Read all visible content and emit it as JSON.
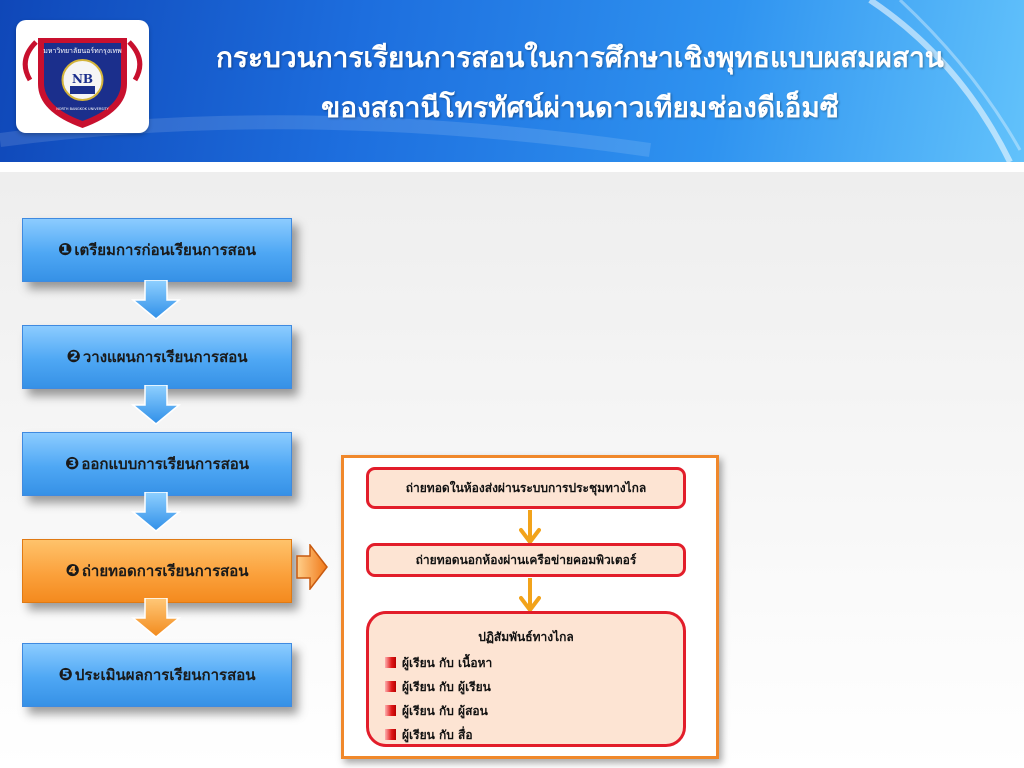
{
  "header": {
    "title_line1": "กระบวนการเรียนการสอนในการศึกษาเชิงพุทธแบบผสมผสาน",
    "title_line2": "ของสถานีโทรทัศน์ผ่านดาวเทียมช่องดีเอ็มซี",
    "logo": {
      "icon": "university-shield-logo",
      "top_text": "มหาวิทยาลัยนอร์ทกรุงเทพ",
      "bottom_text": "NORTH BANGKOK UNIVERSITY",
      "emblem_text": "NB"
    }
  },
  "steps": [
    {
      "num": "❶",
      "label": "เตรียมการก่อนเรียนการสอน"
    },
    {
      "num": "❷",
      "label": "วางแผนการเรียนการสอน"
    },
    {
      "num": "❸",
      "label": "ออกแบบการเรียนการสอน"
    },
    {
      "num": "❹",
      "label": "ถ่ายทอดการเรียนการสอน"
    },
    {
      "num": "❺",
      "label": "ประเมินผลการเรียนการสอน"
    }
  ],
  "detail": {
    "box1": "ถ่ายทอดในห้องส่งผ่านระบบการประชุมทางไกล",
    "box2": "ถ่ายทอดนอกห้องผ่านเครือข่ายคอมพิวเตอร์",
    "box3_title": "ปฏิสัมพันธ์ทางไกล",
    "box3_items": [
      "ผู้เรียน กับ เนื้อหา",
      "ผู้เรียน กับ ผู้เรียน",
      "ผู้เรียน กับ ผู้สอน",
      "ผู้เรียน กับ สื่อ"
    ]
  },
  "colors": {
    "step_blue": "#4ea7f4",
    "step_active_orange": "#fba13c",
    "panel_border": "#f0882b",
    "box_border": "#e21d2a",
    "box_fill": "#fde4d3"
  }
}
